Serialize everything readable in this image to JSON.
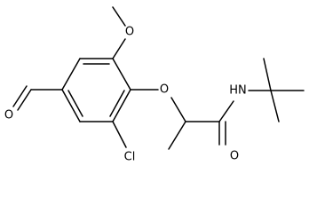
{
  "structure": {
    "atoms": {
      "o_methoxy": "O",
      "o_ether": "O",
      "o_aldehyde": "O",
      "o_carbonyl": "O",
      "cl": "Cl",
      "nh": "HN"
    }
  }
}
